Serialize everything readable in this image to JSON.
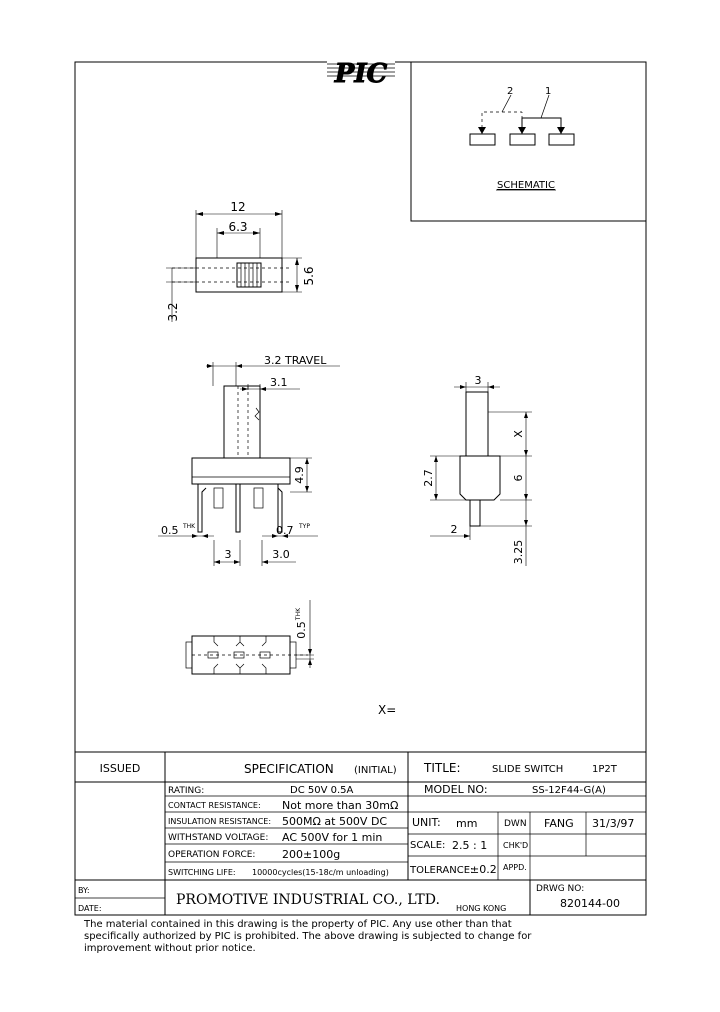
{
  "logo": {
    "text": "PIC"
  },
  "schematic": {
    "label": "SCHEMATIC",
    "pin_1": "1",
    "pin_2": "2"
  },
  "dims": {
    "top_overall": "12",
    "top_inner": "6.3",
    "top_height": "5.6",
    "top_left": "3.2",
    "travel": "3.2 TRAVEL",
    "actuator": "3.1",
    "body_height": "4.9",
    "thk_left": "0.5",
    "thk_sup": "THK",
    "pin_width": "0.7",
    "pin_sup": "TYP",
    "pitch_left": "3",
    "pitch_right": "3.0",
    "side_top": "3",
    "side_x": "X",
    "side_6": "6",
    "side_27": "2.7",
    "side_2": "2",
    "side_325": "3.25",
    "bottom_thk": "0.5",
    "bottom_thk_sup": "THK",
    "x_eq": "X="
  },
  "title_block": {
    "issued": "ISSUED",
    "specification": "SPECIFICATION",
    "initial": "(INITIAL)",
    "title_label": "TITLE:",
    "title_value": "SLIDE SWITCH",
    "title_pole": "1P2T",
    "model_label": "MODEL NO:",
    "model_value": "SS-12F44-G(A)",
    "rows": [
      {
        "label": "RATING:",
        "value": "DC 50V 0.5A"
      },
      {
        "label": "CONTACT RESISTANCE:",
        "value": "Not more than 30mΩ"
      },
      {
        "label": "INSULATION RESISTANCE:",
        "value": "500MΩ at 500V DC"
      },
      {
        "label": "WITHSTAND VOLTAGE:",
        "value": "AC 500V for 1 min"
      },
      {
        "label": "OPERATION FORCE:",
        "value": "200±100g"
      },
      {
        "label": "SWITCHING LIFE:",
        "value": "10000cycles(15-18c/m unloading)"
      }
    ],
    "unit_label": "UNIT:",
    "unit_value": "mm",
    "dwn_label": "DWN",
    "dwn_value": "FANG",
    "date_value": "31/3/97",
    "scale_label": "SCALE:",
    "scale_value": "2.5 : 1",
    "chkd_label": "CHK'D",
    "tol_label": "TOLERANCE:",
    "tol_value": "±0.2",
    "appd_label": "APPD.",
    "by_label": "BY:",
    "date_label": "DATE:",
    "company": "PROMOTIVE INDUSTRIAL CO., LTD.",
    "city": "HONG KONG",
    "drwg_label": "DRWG NO:",
    "drwg_value": "820144-00"
  },
  "footer": {
    "line1": "The material contained in this drawing is the property of PIC. Any use other than that",
    "line2": "specifically authorized by PIC is prohibited. The above drawing is subjected to change for",
    "line3": "improvement without prior notice."
  }
}
